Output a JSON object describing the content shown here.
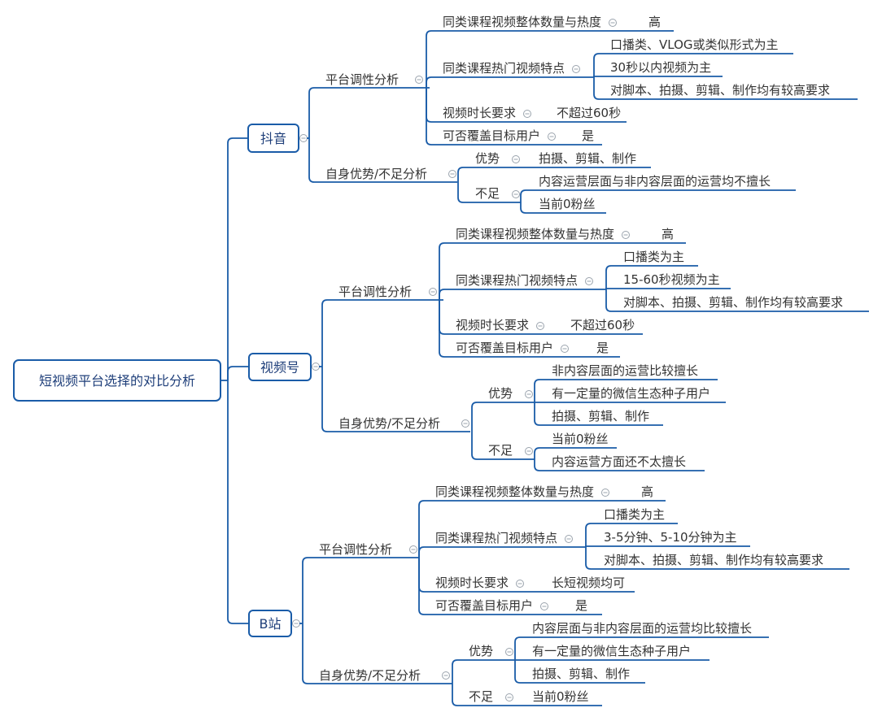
{
  "root": {
    "label": "短视频平台选择的对比分析"
  },
  "platforms": [
    {
      "label": "抖音",
      "analysis": {
        "label": "平台调性分析",
        "items": [
          {
            "label": "同类课程视频整体数量与热度",
            "values": [
              "高"
            ]
          },
          {
            "label": "同类课程热门视频特点",
            "values": [
              "口播类、VLOG或类似形式为主",
              "30秒以内视频为主",
              "对脚本、拍摄、剪辑、制作均有较高要求"
            ]
          },
          {
            "label": "视频时长要求",
            "values": [
              "不超过60秒"
            ]
          },
          {
            "label": "可否覆盖目标用户",
            "values": [
              "是"
            ]
          }
        ]
      },
      "swot": {
        "label": "自身优势/不足分析",
        "items": [
          {
            "label": "优势",
            "values": [
              "拍摄、剪辑、制作"
            ]
          },
          {
            "label": "不足",
            "values": [
              "内容运营层面与非内容层面的运营均不擅长",
              "当前0粉丝"
            ]
          }
        ]
      }
    },
    {
      "label": "视频号",
      "analysis": {
        "label": "平台调性分析",
        "items": [
          {
            "label": "同类课程视频整体数量与热度",
            "values": [
              "高"
            ]
          },
          {
            "label": "同类课程热门视频特点",
            "values": [
              "口播类为主",
              "15-60秒视频为主",
              "对脚本、拍摄、剪辑、制作均有较高要求"
            ]
          },
          {
            "label": "视频时长要求",
            "values": [
              "不超过60秒"
            ]
          },
          {
            "label": "可否覆盖目标用户",
            "values": [
              "是"
            ]
          }
        ]
      },
      "swot": {
        "label": "自身优势/不足分析",
        "items": [
          {
            "label": "优势",
            "values": [
              "非内容层面的运营比较擅长",
              "有一定量的微信生态种子用户",
              "拍摄、剪辑、制作"
            ]
          },
          {
            "label": "不足",
            "values": [
              "当前0粉丝",
              "内容运营方面还不太擅长"
            ]
          }
        ]
      }
    },
    {
      "label": "B站",
      "analysis": {
        "label": "平台调性分析",
        "items": [
          {
            "label": "同类课程视频整体数量与热度",
            "values": [
              "高"
            ]
          },
          {
            "label": "同类课程热门视频特点",
            "values": [
              "口播类为主",
              "3-5分钟、5-10分钟为主",
              "对脚本、拍摄、剪辑、制作均有较高要求"
            ]
          },
          {
            "label": "视频时长要求",
            "values": [
              "长短视频均可"
            ]
          },
          {
            "label": "可否覆盖目标用户",
            "values": [
              "是"
            ]
          }
        ]
      },
      "swot": {
        "label": "自身优势/不足分析",
        "items": [
          {
            "label": "优势",
            "values": [
              "内容层面与非内容层面的运营均比较擅长",
              "有一定量的微信生态种子用户",
              "拍摄、剪辑、制作"
            ]
          },
          {
            "label": "不足",
            "values": [
              "当前0粉丝"
            ]
          }
        ]
      }
    }
  ]
}
